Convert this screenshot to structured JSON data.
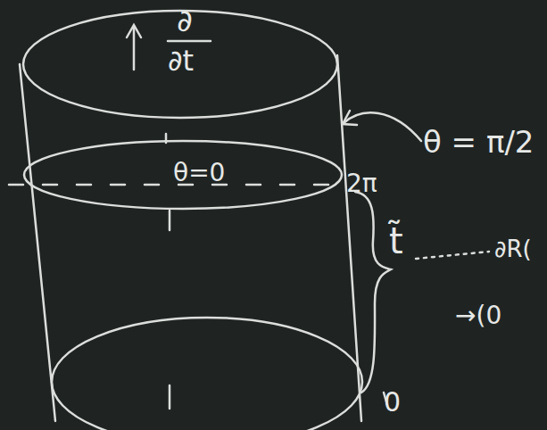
{
  "diagram": {
    "labels": [
      "∂",
      "∂t",
      "θ = π/2",
      "θ=0",
      "2π",
      "t̃",
      "∂R(",
      "→(0",
      "0"
    ]
  }
}
